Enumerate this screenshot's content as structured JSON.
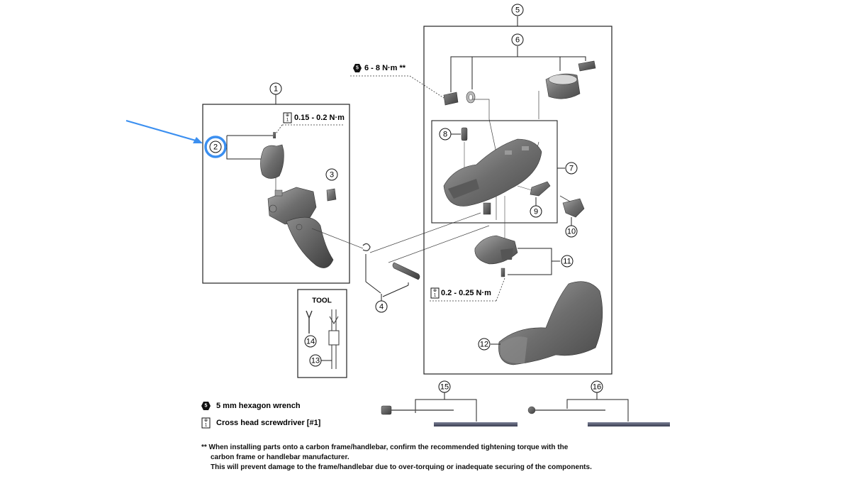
{
  "callouts": [
    "1",
    "2",
    "3",
    "4",
    "5",
    "6",
    "7",
    "8",
    "9",
    "10",
    "11",
    "12",
    "13",
    "14",
    "15",
    "16"
  ],
  "torque": {
    "t1": "0.15 - 0.2 N·m",
    "t2": "6 - 8 N·m **",
    "t3": "0.2 - 0.25 N·m"
  },
  "tool_title": "TOOL",
  "hex_glyph": "5",
  "legend": {
    "hex_label": "5 mm hexagon wrench",
    "screwdriver_label": "Cross head screwdriver [#1]"
  },
  "note": {
    "line1": "** When installing parts onto a carbon frame/handlebar, confirm the recommended tightening torque with the",
    "line2": "carbon frame or handlebar manufacturer.",
    "line3": "This will prevent damage to the frame/handlebar due to over-torquing or inadequate securing of the components."
  },
  "icons": [
    "hex-wrench-icon",
    "cross-screwdriver-icon",
    "arrow-pointer-icon"
  ],
  "colors": {
    "part_fill": "#6b6b6b",
    "highlight": "#3b8ff0",
    "line": "#333333"
  }
}
